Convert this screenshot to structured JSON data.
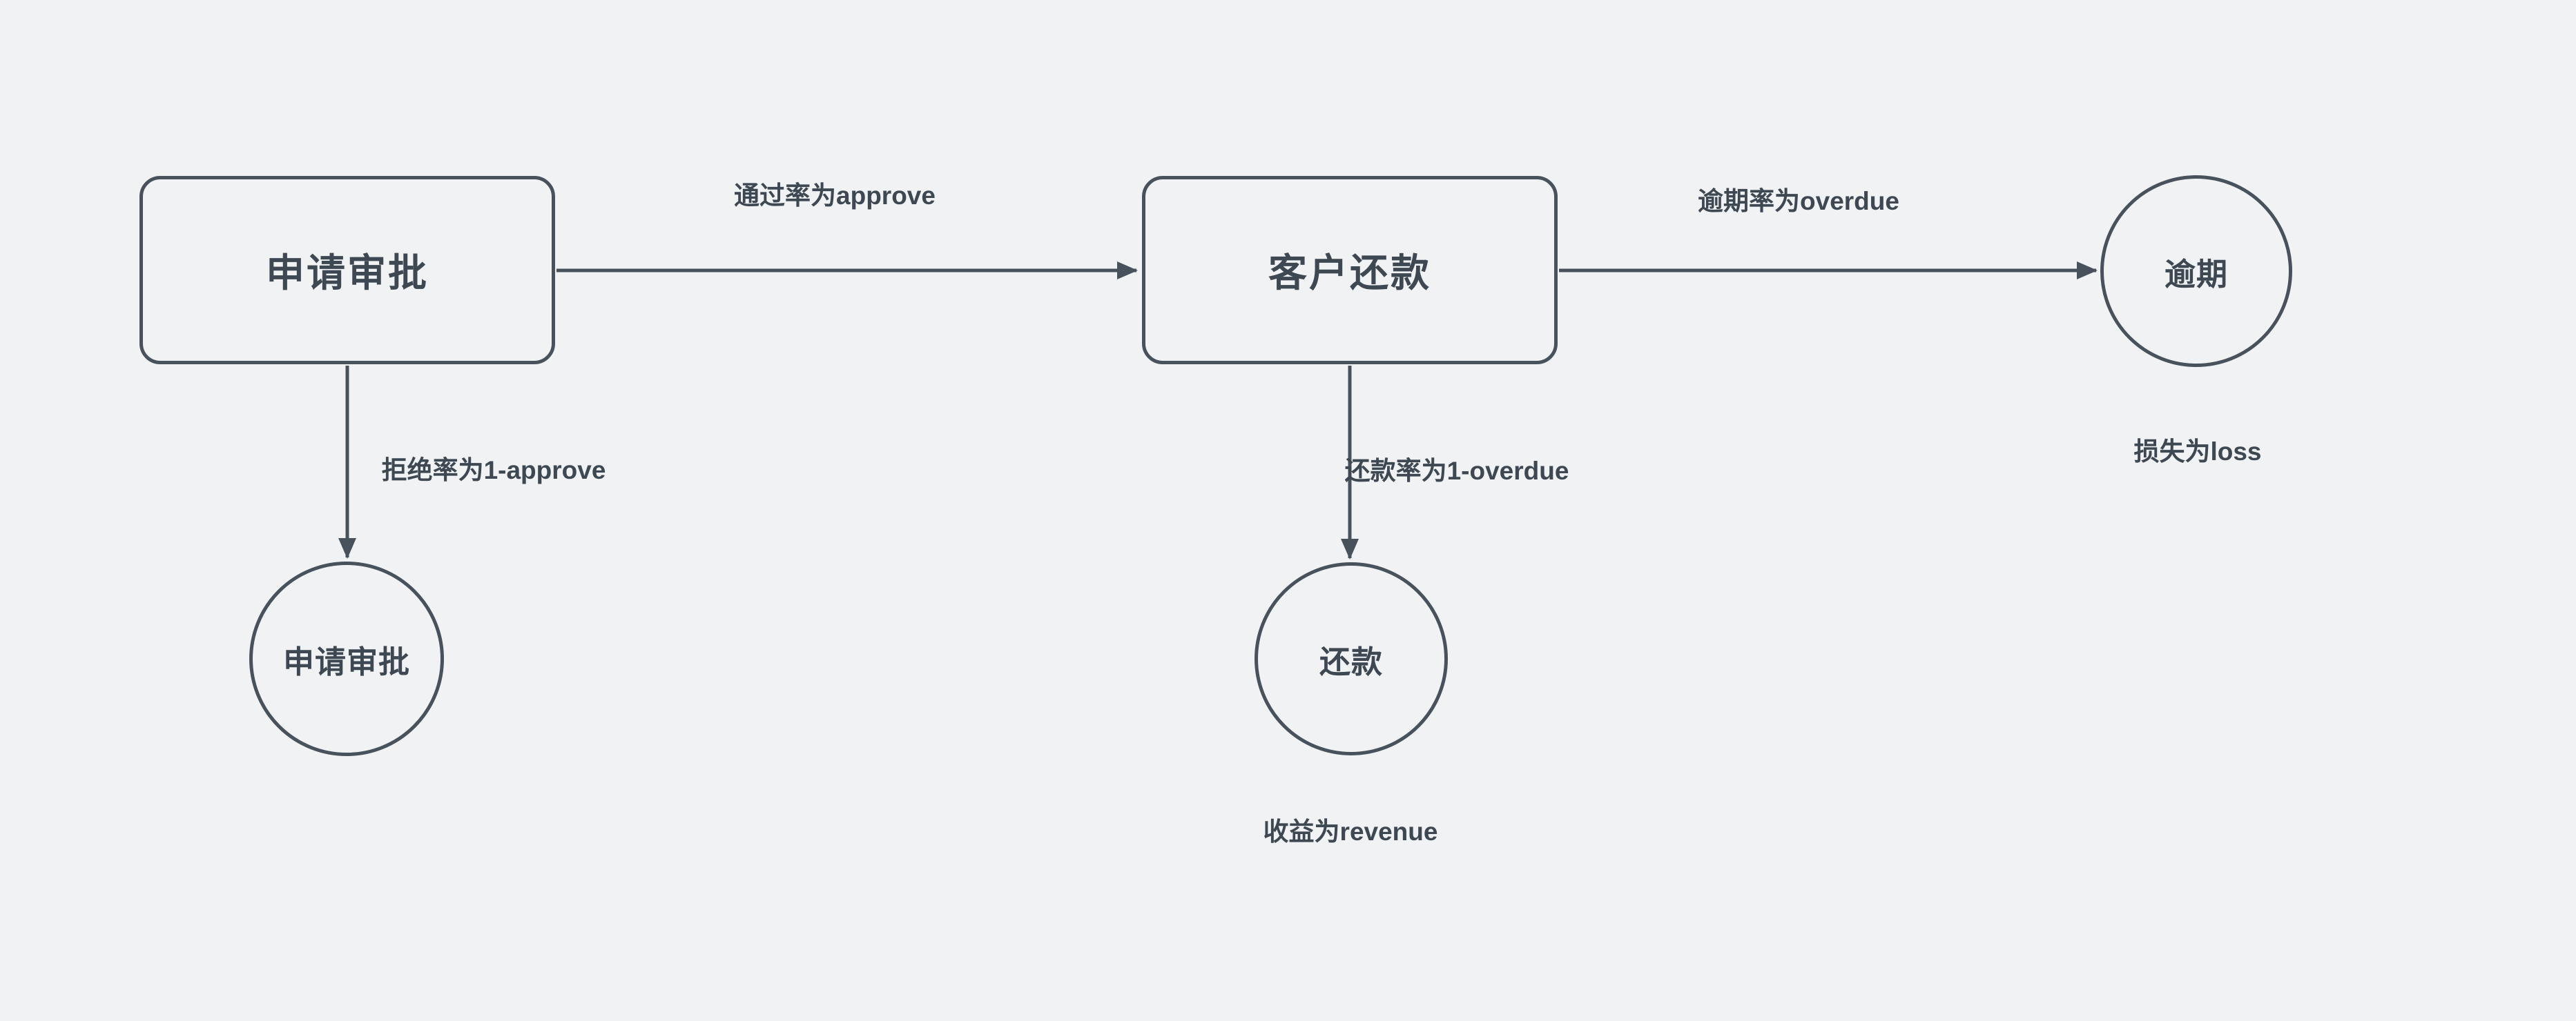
{
  "canvas": {
    "background_color": "#f1f2f4",
    "stroke_color": "#47525c",
    "text_color": "#3d4852"
  },
  "nodes": {
    "apply_box": {
      "type": "rounded-rect",
      "label": "申请审批"
    },
    "repay_box": {
      "type": "rounded-rect",
      "label": "客户还款"
    },
    "overdue_circle": {
      "type": "circle",
      "label": "逾期"
    },
    "apply_circle": {
      "type": "circle",
      "label": "申请审批"
    },
    "repay_circle": {
      "type": "circle",
      "label": "还款"
    }
  },
  "edges": {
    "approve": {
      "from": "apply_box",
      "to": "repay_box",
      "label": "通过率为approve"
    },
    "overdue": {
      "from": "repay_box",
      "to": "overdue_circle",
      "label": "逾期率为overdue"
    },
    "reject": {
      "from": "apply_box",
      "to": "apply_circle",
      "label": "拒绝率为1-approve"
    },
    "repay": {
      "from": "repay_box",
      "to": "repay_circle",
      "label": "还款率为1-overdue"
    }
  },
  "annotations": {
    "loss": {
      "text": "损失为loss"
    },
    "revenue": {
      "text": "收益为revenue"
    }
  }
}
